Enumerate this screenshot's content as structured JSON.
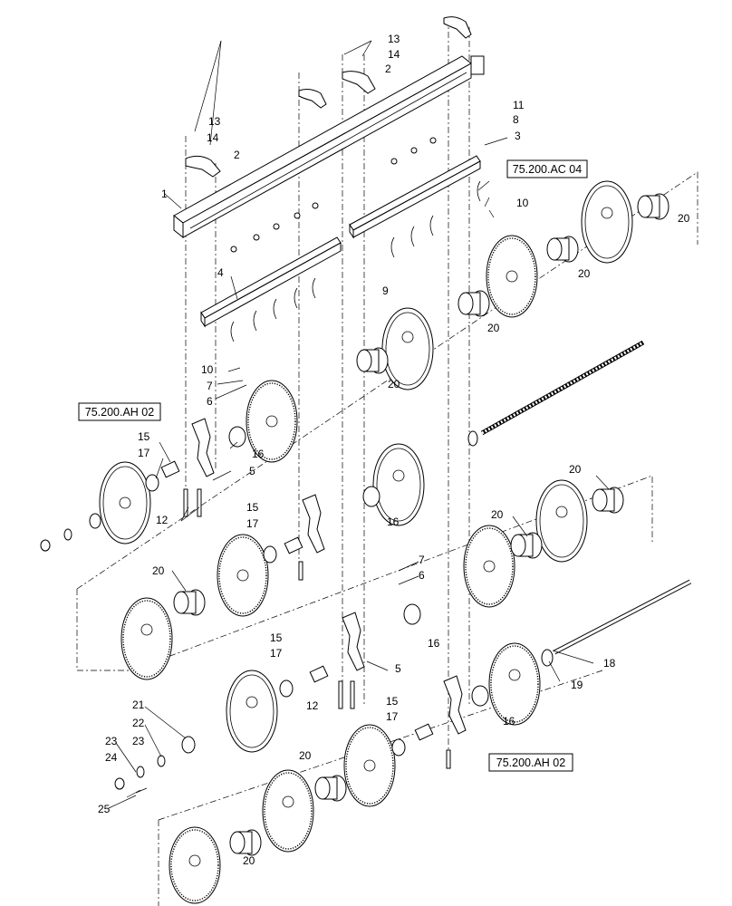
{
  "diagram": {
    "reference_boxes": [
      {
        "id": "ref-ac04",
        "label": "75.200.AC 04"
      },
      {
        "id": "ref-ah02-left",
        "label": "75.200.AH 02"
      },
      {
        "id": "ref-ah02-bottom",
        "label": "75.200.AH 02"
      }
    ],
    "callouts": [
      {
        "label": "1"
      },
      {
        "label": "2"
      },
      {
        "label": "2"
      },
      {
        "label": "3"
      },
      {
        "label": "4"
      },
      {
        "label": "5"
      },
      {
        "label": "5"
      },
      {
        "label": "6"
      },
      {
        "label": "6"
      },
      {
        "label": "7"
      },
      {
        "label": "7"
      },
      {
        "label": "8"
      },
      {
        "label": "9"
      },
      {
        "label": "10"
      },
      {
        "label": "10"
      },
      {
        "label": "11"
      },
      {
        "label": "12"
      },
      {
        "label": "12"
      },
      {
        "label": "13"
      },
      {
        "label": "13"
      },
      {
        "label": "14"
      },
      {
        "label": "14"
      },
      {
        "label": "15"
      },
      {
        "label": "15"
      },
      {
        "label": "15"
      },
      {
        "label": "15"
      },
      {
        "label": "16"
      },
      {
        "label": "16"
      },
      {
        "label": "16"
      },
      {
        "label": "16"
      },
      {
        "label": "17"
      },
      {
        "label": "17"
      },
      {
        "label": "17"
      },
      {
        "label": "17"
      },
      {
        "label": "18"
      },
      {
        "label": "19"
      },
      {
        "label": "20"
      },
      {
        "label": "20"
      },
      {
        "label": "20"
      },
      {
        "label": "20"
      },
      {
        "label": "20"
      },
      {
        "label": "20"
      },
      {
        "label": "20"
      },
      {
        "label": "20"
      },
      {
        "label": "20"
      },
      {
        "label": "21"
      },
      {
        "label": "22"
      },
      {
        "label": "23"
      },
      {
        "label": "23"
      },
      {
        "label": "24"
      },
      {
        "label": "25"
      }
    ]
  }
}
